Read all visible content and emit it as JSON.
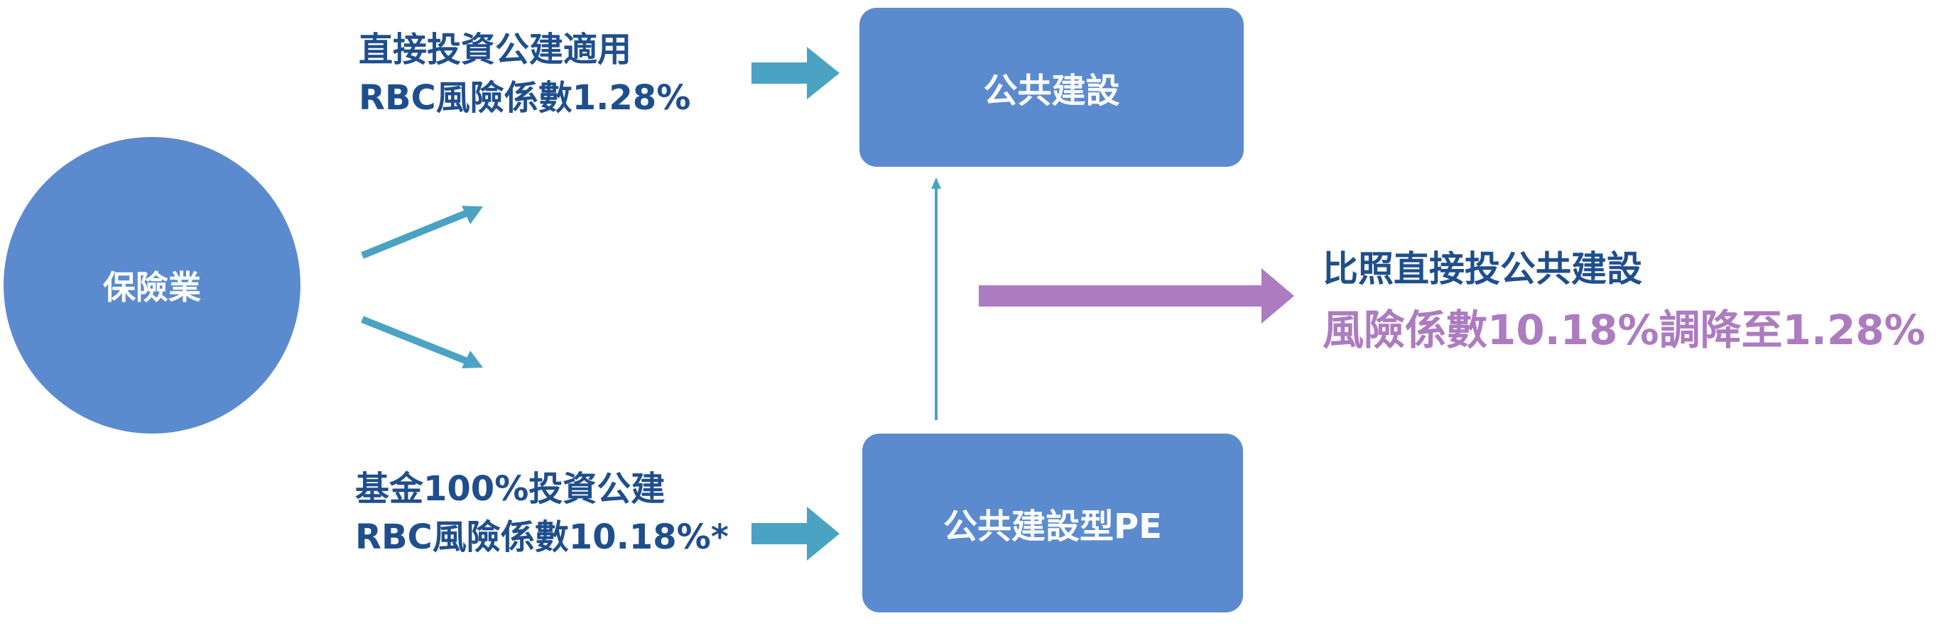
{
  "nodes": {
    "insurer": "保險業",
    "public_construction": "公共建設",
    "public_construction_pe": "公共建設型PE"
  },
  "labels": {
    "direct_line1": "直接投資公建適用",
    "direct_line2": "RBC風險係數1.28%",
    "fund_line1": "基金100%投資公建",
    "fund_line2": "RBC風險係數10.18%*",
    "result_line1": "比照直接投公共建設",
    "result_line2": "風險係數10.18%調降至1.28%"
  },
  "colors": {
    "node_fill": "#5b8bce",
    "arrow_teal": "#4aa3c3",
    "arrow_purple": "#ad7bc0",
    "label_blue": "#1f4e8c",
    "label_purple": "#ad7bc0"
  }
}
